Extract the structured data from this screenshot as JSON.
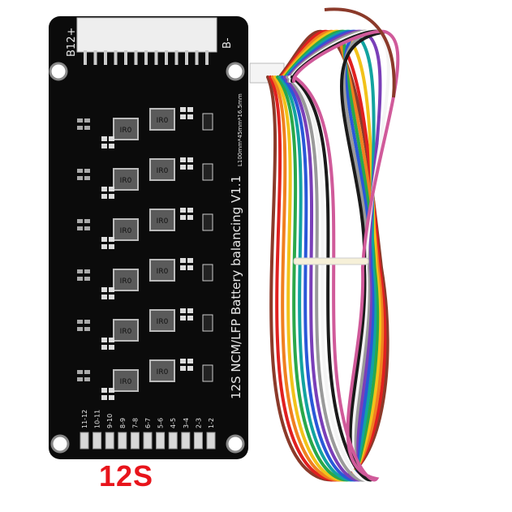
{
  "board": {
    "title": "12S NCM/LFP Battery balancing V1.1",
    "dimensions": "L100mm*45mm*16.5mm",
    "top_left_label": "B12+",
    "top_right_label": "B-",
    "inductor_label": "IR0",
    "pin_labels": [
      "11-12",
      "10-11",
      "9-10",
      "8-9",
      "7-8",
      "6-7",
      "5-6",
      "4-5",
      "3-4",
      "2-3",
      "1-2"
    ]
  },
  "badge": "12S",
  "colors": {
    "board": "#0b0b0b",
    "badge": "#e8141b"
  },
  "wire_colors": [
    "#8b3a2a",
    "#e02020",
    "#f08020",
    "#f2c21a",
    "#2aa84a",
    "#12a3a0",
    "#2a58d8",
    "#7a3fb8",
    "#9a9a9a",
    "#f4f4f4",
    "#1a1a1a",
    "#d05a9a"
  ]
}
